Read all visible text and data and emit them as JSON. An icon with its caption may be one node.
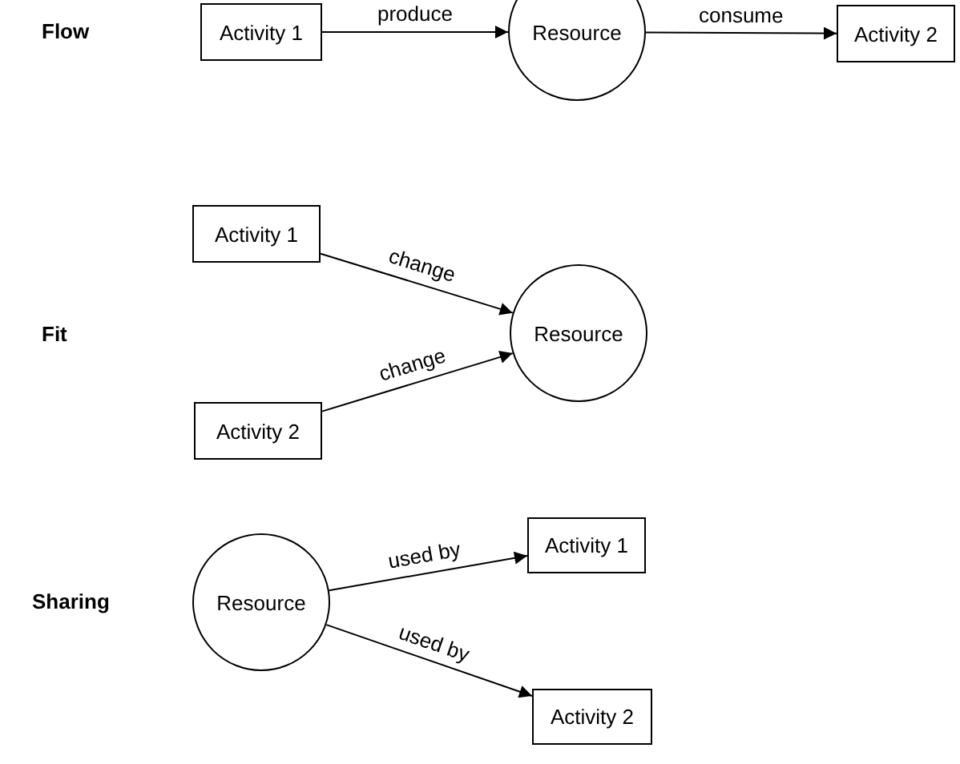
{
  "diagram": {
    "nodes": [
      {
        "text": [
          "Activity 1"
        ]
      },
      {
        "text": [
          "Resource"
        ]
      },
      {
        "text": [
          "Activity 2"
        ]
      },
      {
        "text": [
          "Activity 1"
        ]
      },
      {
        "text": [
          "Resource"
        ]
      },
      {
        "text": [
          "Activity 2"
        ]
      },
      {
        "text": [
          "Resource"
        ]
      },
      {
        "text": [
          "Activity 1"
        ]
      },
      {
        "text": [
          "Activity 2"
        ]
      }
    ],
    "edges": [
      {
        "from": 0,
        "to": 1,
        "arrow": "to",
        "label": "produce"
      },
      {
        "from": 1,
        "to": 2,
        "arrow": "to",
        "label": "consume"
      },
      {
        "from": 3,
        "to": 4,
        "arrow": "to",
        "label": "change"
      },
      {
        "from": 5,
        "to": 4,
        "arrow": "to",
        "label": "change"
      },
      {
        "from": 6,
        "to": 7,
        "arrow": "to",
        "label": "used by"
      },
      {
        "from": 6,
        "to": 8,
        "arrow": "to",
        "label": "used by"
      }
    ],
    "labels": [
      "Flow",
      "Fit",
      "Sharing"
    ]
  }
}
